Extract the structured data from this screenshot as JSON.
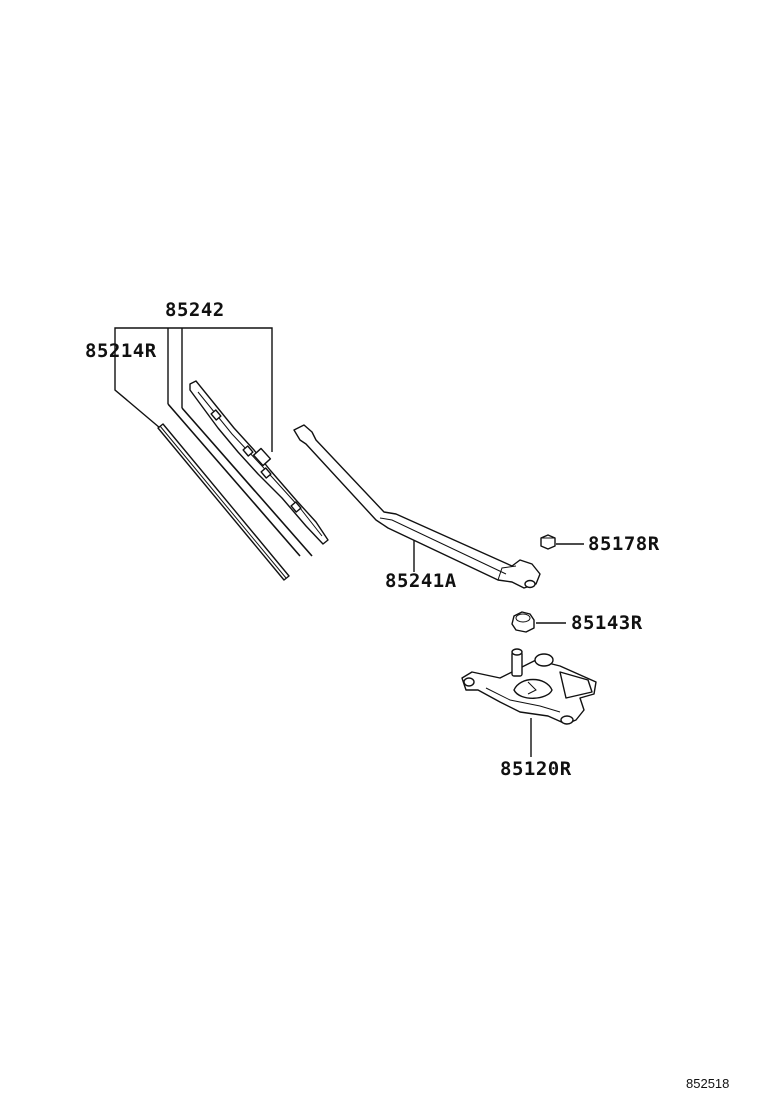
{
  "callouts": {
    "blade_assembly": "85242",
    "blade_rubber": "85214R",
    "arm": "85241A",
    "nut": "85178R",
    "cap": "85143R",
    "motor": "85120R"
  },
  "figure_number": "852518"
}
